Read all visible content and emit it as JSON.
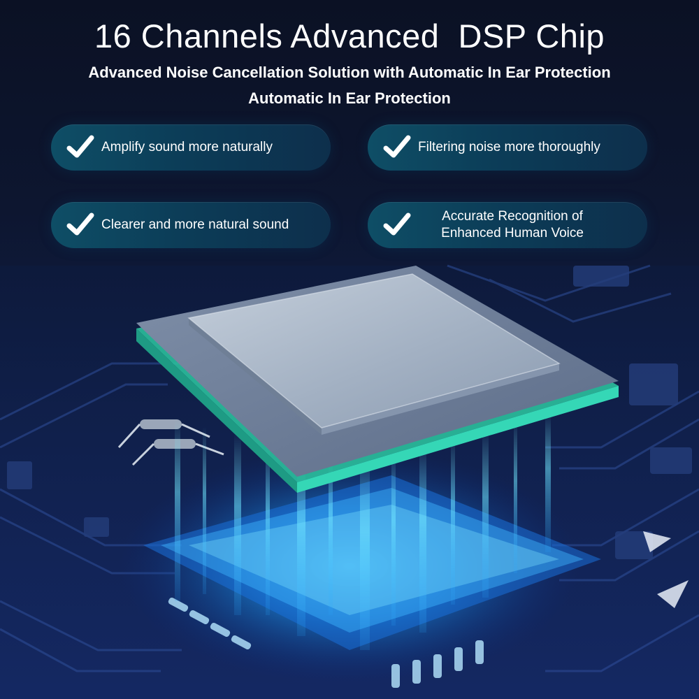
{
  "header": {
    "title": "16 Channels Advanced  DSP Chip",
    "subtitle_line1": "Advanced Noise Cancellation Solution with Automatic In Ear Protection",
    "subtitle_line2": "Automatic In Ear Protection"
  },
  "features": [
    {
      "line1": "Amplify sound more naturally",
      "icon": "checkmark-icon"
    },
    {
      "line1": "Filtering noise more thoroughly",
      "icon": "checkmark-icon"
    },
    {
      "line1": "Clearer and more natural sound",
      "icon": "checkmark-icon"
    },
    {
      "line1": "Accurate Recognition of",
      "line2": "Enhanced Human Voice",
      "icon": "checkmark-icon"
    }
  ],
  "colors": {
    "background": "#0b1124",
    "pill": "#0c3d58",
    "glow": "#3ad8ff",
    "chip_top": "#a7b4c4",
    "chip_edge": "#41d2b8"
  }
}
